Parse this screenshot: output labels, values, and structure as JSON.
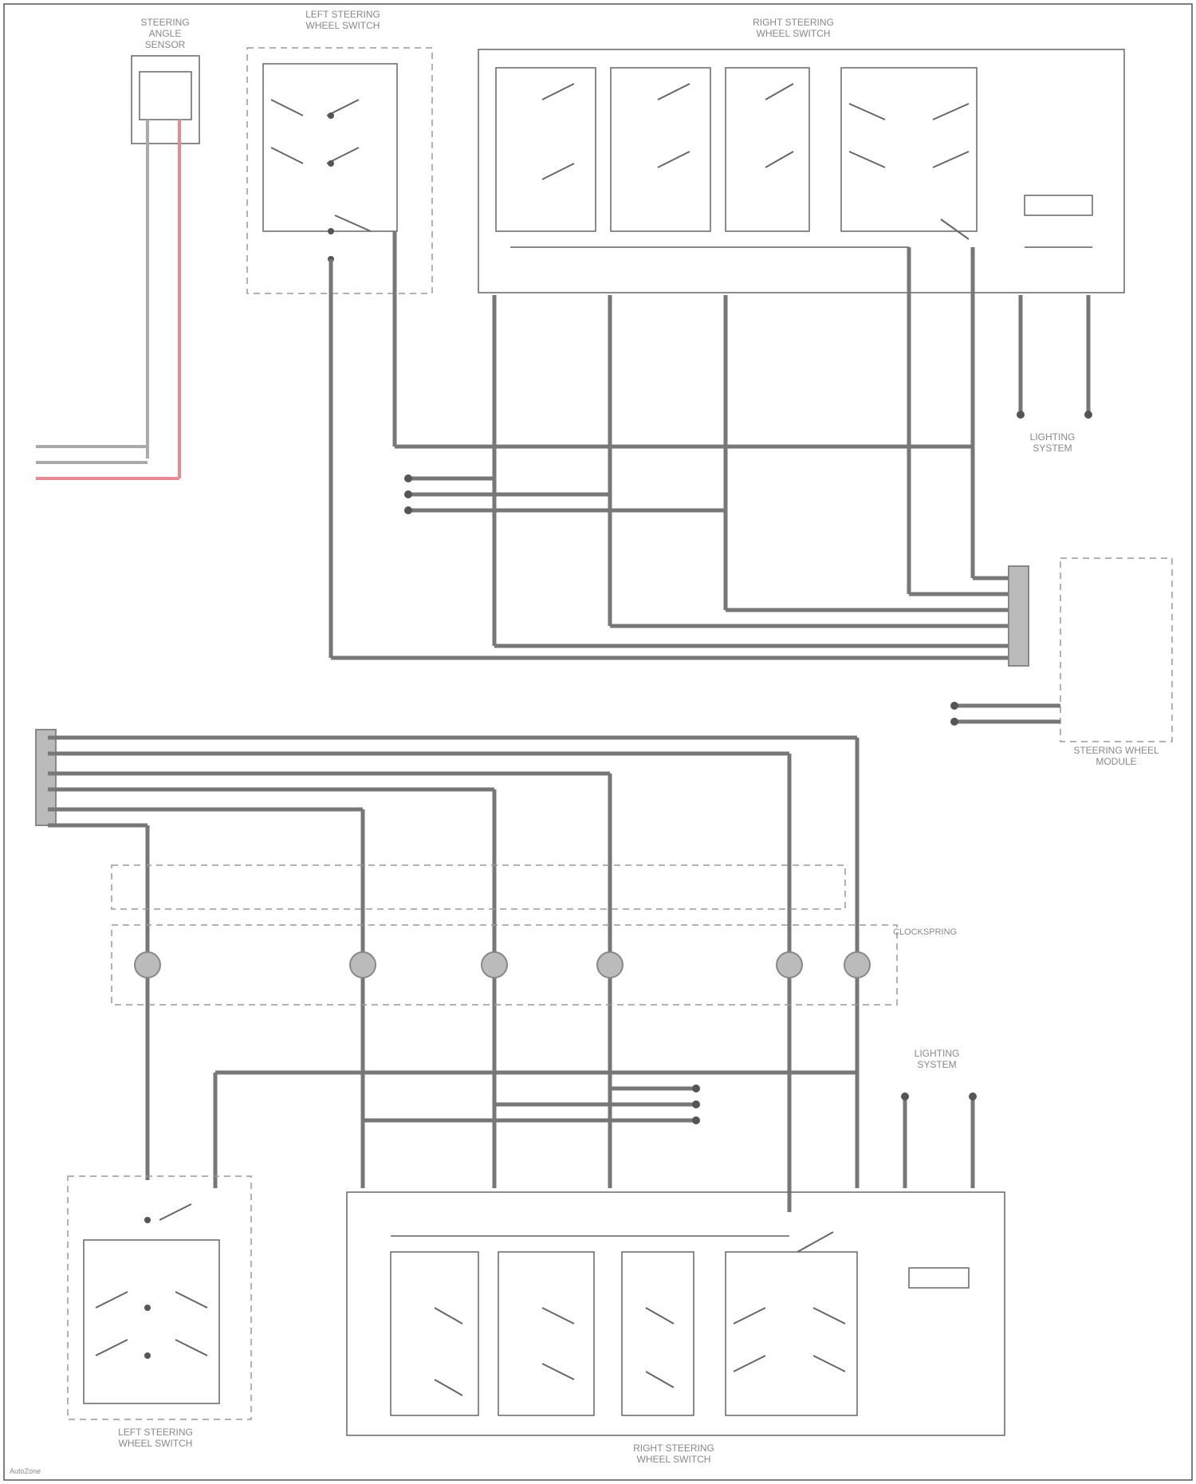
{
  "labels": {
    "steering_sensor": [
      "STEERING",
      "ANGLE",
      "SENSOR"
    ],
    "left_switch_top": [
      "LEFT STEERING",
      "WHEEL SWITCH"
    ],
    "right_switch_top": [
      "RIGHT STEERING",
      "WHEEL SWITCH"
    ],
    "module": [
      "STEERING WHEEL",
      "MODULE"
    ],
    "clockspring": [
      "CLOCKSPRING"
    ],
    "lighting_top": [
      "LIGHTING",
      "SYSTEM"
    ],
    "lighting_bottom": [
      "LIGHTING",
      "SYSTEM"
    ],
    "left_switch_bottom": [
      "LEFT STEERING",
      "WHEEL SWITCH"
    ],
    "right_switch_bottom": [
      "RIGHT STEERING",
      "WHEEL SWITCH"
    ],
    "footer": "AutoZone"
  }
}
